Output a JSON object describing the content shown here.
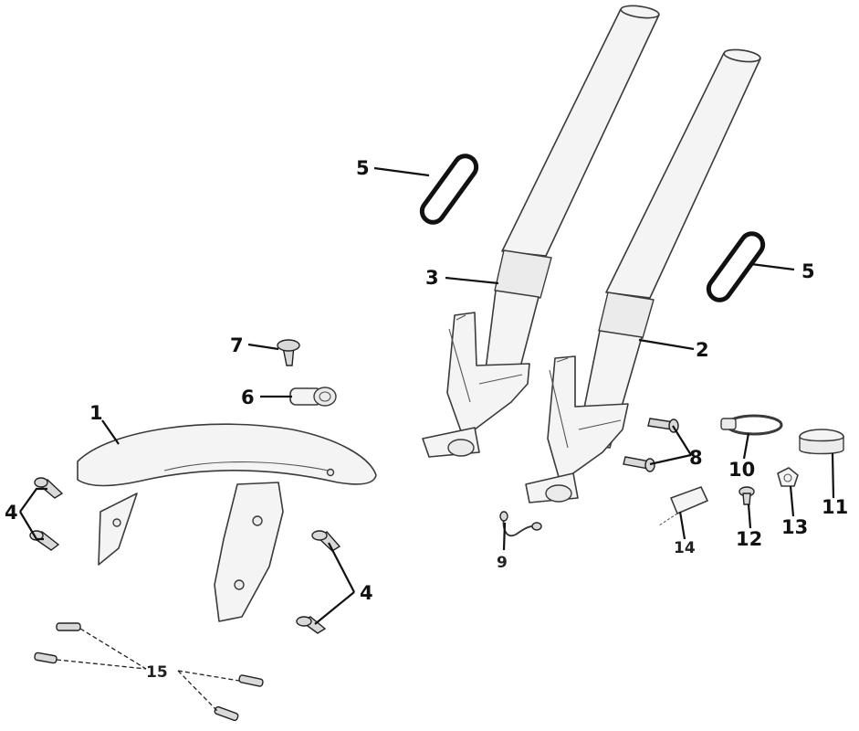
{
  "callouts": {
    "c1": "1",
    "c2": "2",
    "c3": "3",
    "c4a": "4",
    "c4b": "4",
    "c5a": "5",
    "c5b": "5",
    "c6": "6",
    "c7": "7",
    "c8": "8",
    "c9": "9",
    "c10": "10",
    "c11": "11",
    "c12": "12",
    "c13": "13",
    "c14": "14",
    "c15": "15"
  }
}
